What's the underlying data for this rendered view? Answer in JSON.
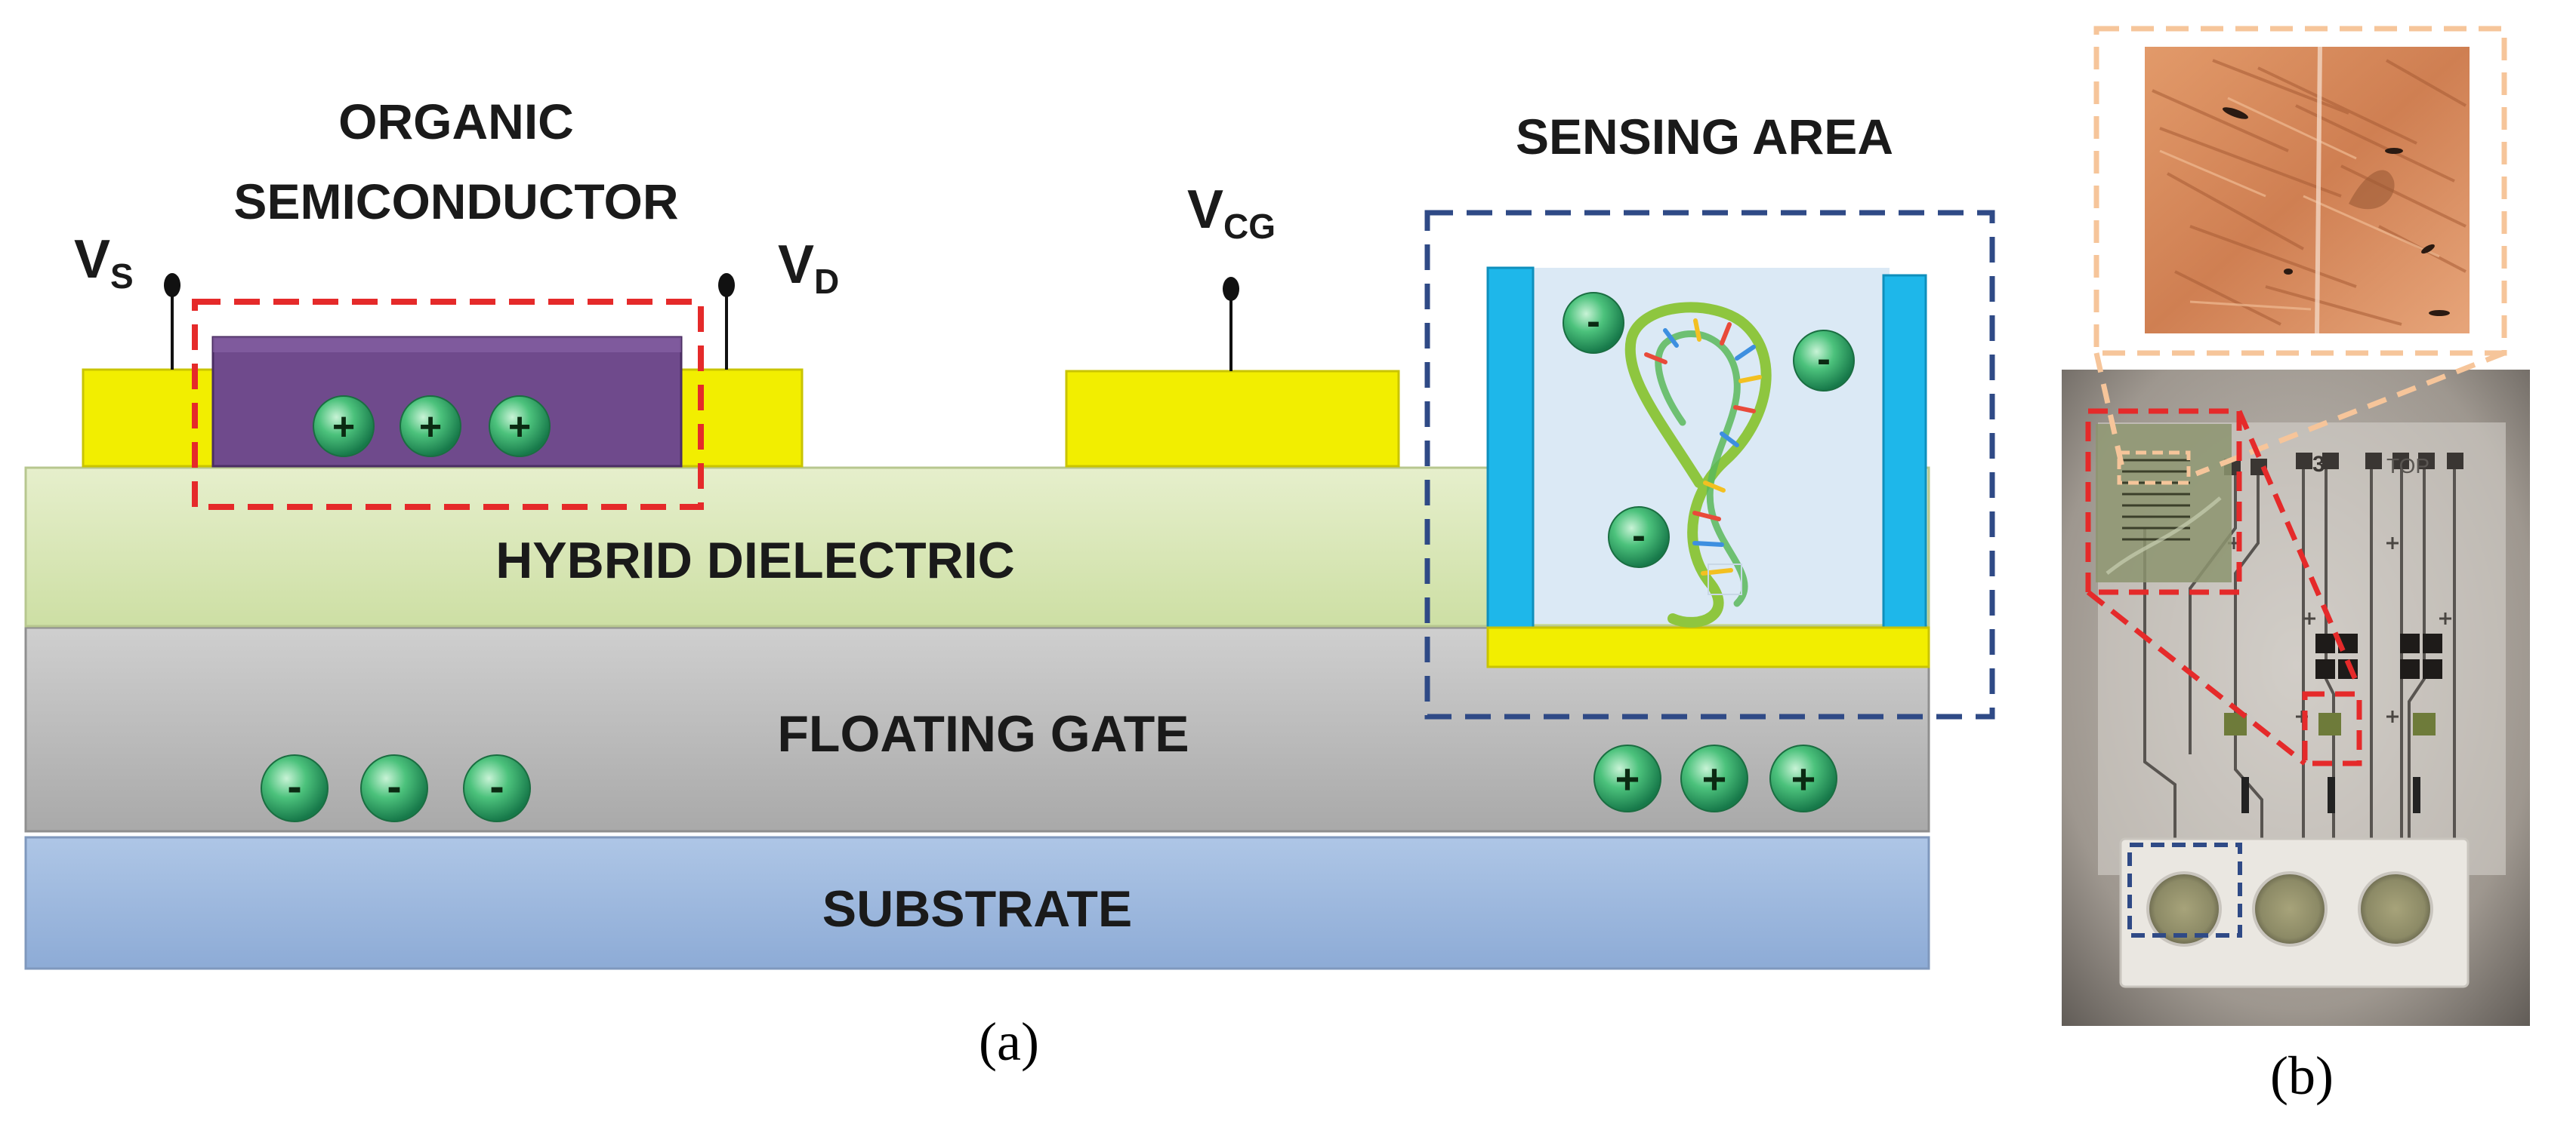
{
  "panel_a": {
    "labels": {
      "organic_line1": "ORGANIC",
      "organic_line2": "SEMICONDUCTOR",
      "sensing_area": "SENSING AREA",
      "vs_main": "V",
      "vs_sub": "S",
      "vd_main": "V",
      "vd_sub": "D",
      "vcg_main": "V",
      "vcg_sub": "CG",
      "hybrid_dielectric": "HYBRID DIELECTRIC",
      "floating_gate": "FLOATING GATE",
      "substrate": "SUBSTRATE"
    },
    "caption": "(a)",
    "ion_signs": {
      "positive": "+",
      "negative": "-"
    },
    "colors": {
      "electrode": "#f2ee00",
      "semiconductor": "#6f4a8c",
      "dielectric": "#d8e6b4",
      "floating_gate": "#bdbdbd",
      "substrate": "#9db7dc",
      "red_dash": "#e52a2a",
      "blue_dash": "#2f4a86",
      "ion": "#3bb56d",
      "wall": "#1eb7ea",
      "well": "#dbe9f5"
    }
  },
  "panel_b": {
    "chip_marks": {
      "number": "3",
      "top": "TOP"
    },
    "caption": "(b)",
    "colors": {
      "orange_dash": "#f6c59a",
      "micrograph": "#d98a58",
      "chip_bg": "#9c9690"
    }
  }
}
